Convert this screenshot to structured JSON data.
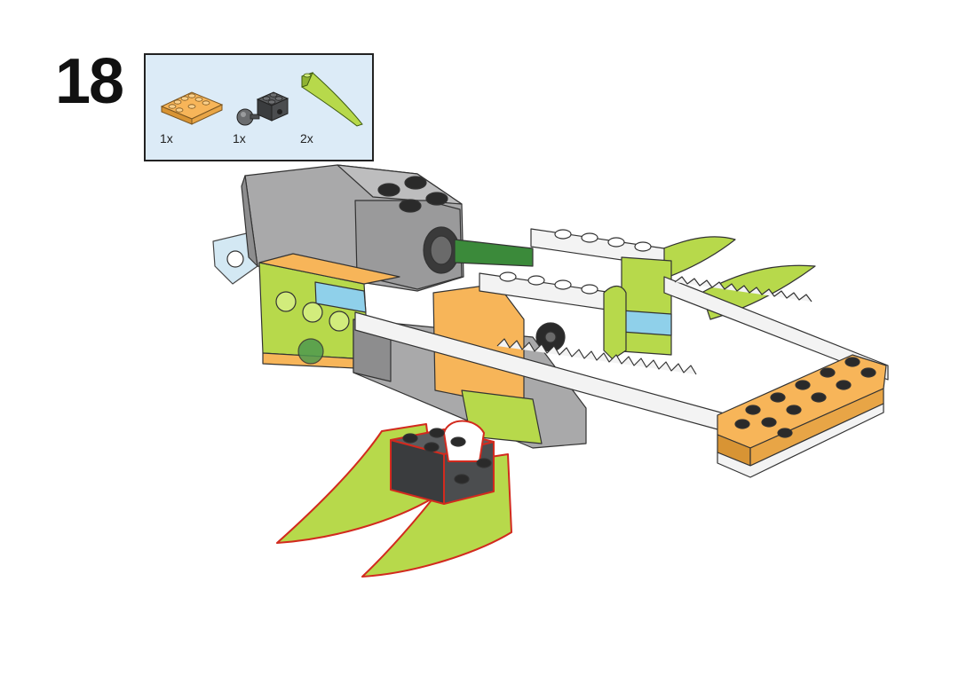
{
  "step": {
    "number": "18"
  },
  "parts_callout": {
    "items": [
      {
        "qty": "1x",
        "icon": "orange-plate-2x4-icon",
        "color": "#f7b559"
      },
      {
        "qty": "1x",
        "icon": "dark-gray-brick-with-ball-joint-icon",
        "color": "#4b4d4f"
      },
      {
        "qty": "2x",
        "icon": "lime-curved-wedge-icon",
        "color": "#b7d94b"
      }
    ],
    "background": "#dcebf7",
    "border": "#222222"
  },
  "model": {
    "description_icon": "lego-wedo-model-assembly-icon",
    "colors": {
      "motor_gray": "#a9a9aa",
      "dark_gray": "#4b4d4f",
      "lime": "#b7d94b",
      "bright_lime": "#a8d63a",
      "orange": "#f7b559",
      "azure": "#8fd0ea",
      "white": "#f3f3f3",
      "green_axle": "#3b8a3a",
      "highlight_red": "#d22a1e"
    }
  }
}
